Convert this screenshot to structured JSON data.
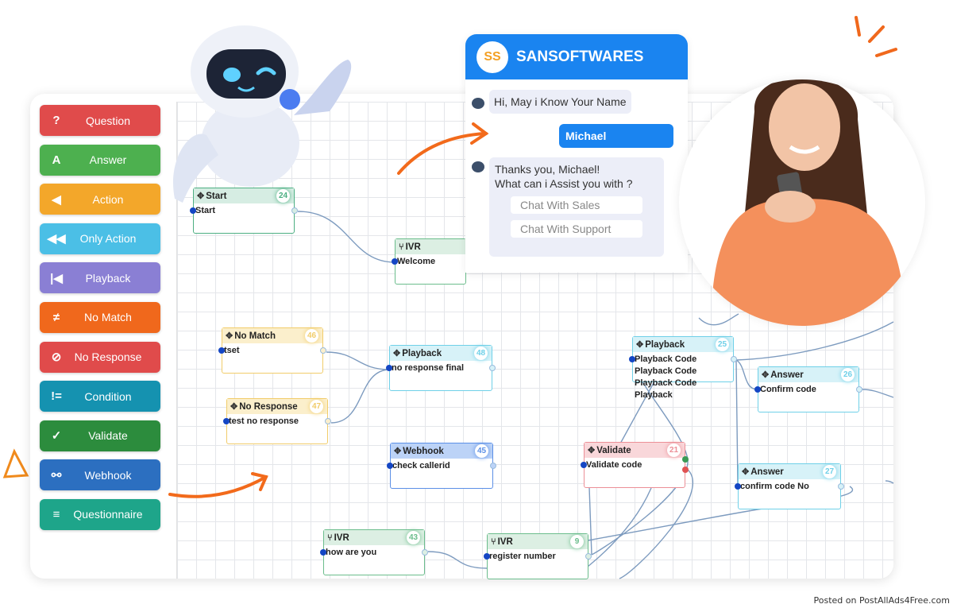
{
  "sidebar": {
    "items": [
      {
        "label": "Question",
        "icon": "question-icon",
        "glyph": "?",
        "color": "#e04b4b"
      },
      {
        "label": "Answer",
        "icon": "answer-icon",
        "glyph": "A",
        "color": "#4db04f"
      },
      {
        "label": "Action",
        "icon": "action-icon",
        "glyph": "◀",
        "color": "#f3a72a"
      },
      {
        "label": "Only Action",
        "icon": "only-action-icon",
        "glyph": "◀◀",
        "color": "#4bbfe6"
      },
      {
        "label": "Playback",
        "icon": "playback-icon",
        "glyph": "|◀",
        "color": "#8a7fd4"
      },
      {
        "label": "No Match",
        "icon": "not-equal-icon",
        "glyph": "≠",
        "color": "#f0681c"
      },
      {
        "label": "No Response",
        "icon": "no-response-icon",
        "glyph": "⊘",
        "color": "#e04b4b"
      },
      {
        "label": "Condition",
        "icon": "condition-icon",
        "glyph": "!=",
        "color": "#1592b0"
      },
      {
        "label": "Validate",
        "icon": "validate-icon",
        "glyph": "✓",
        "color": "#2c8c3d"
      },
      {
        "label": "Webhook",
        "icon": "webhook-icon",
        "glyph": "⚯",
        "color": "#2c6fc0"
      },
      {
        "label": "Questionnaire",
        "icon": "list-icon",
        "glyph": "≡",
        "color": "#1ea58a"
      }
    ]
  },
  "nodes": [
    {
      "title": "Start",
      "num": "24",
      "body": "Start",
      "color": "#4caf82",
      "bg": "#d6ede3"
    },
    {
      "title": "IVR",
      "num": "",
      "body": "Welcome",
      "color": "#6bbd8c",
      "bg": "#dcefe3"
    },
    {
      "title": "No Match",
      "num": "46",
      "body": "tset",
      "color": "#f1cc6a",
      "bg": "#fbefcc"
    },
    {
      "title": "No Response",
      "num": "47",
      "body": "test no response",
      "color": "#f1cc6a",
      "bg": "#fbefcc"
    },
    {
      "title": "Playback",
      "num": "48",
      "body": "no response final",
      "color": "#6fd0e8",
      "bg": "#d7f2f8"
    },
    {
      "title": "Webhook",
      "num": "45",
      "body": "check callerid",
      "color": "#5b8fe6",
      "bg": "#bcd3f7"
    },
    {
      "title": "Playback",
      "num": "25",
      "body": "Playback Code\nPlayback Code\nPlayback Code\nPlayback",
      "color": "#6fd0e8",
      "bg": "#d7f2f8"
    },
    {
      "title": "Answer",
      "num": "26",
      "body": "Confirm code",
      "color": "#6fd0e8",
      "bg": "#d7f2f8"
    },
    {
      "title": "Validate",
      "num": "21",
      "body": "Validate code",
      "color": "#ec8f97",
      "bg": "#f9d7da"
    },
    {
      "title": "Answer",
      "num": "27",
      "body": "confirm code No",
      "color": "#6fd0e8",
      "bg": "#d7f2f8"
    },
    {
      "title": "IVR",
      "num": "43",
      "body": "how are you",
      "color": "#6bbd8c",
      "bg": "#dcefe3"
    },
    {
      "title": "IVR",
      "num": "9",
      "body": "register number",
      "color": "#6bbd8c",
      "bg": "#dcefe3"
    }
  ],
  "chat": {
    "brand": "SANSOFTWARES",
    "logo": "SS",
    "bot_msg_1": "Hi, May i Know Your Name",
    "user_msg": "Michael",
    "bot_msg_2_line1": "Thanks you, Michael!",
    "bot_msg_2_line2": "What can i Assist you with ?",
    "options": [
      "Chat With Sales",
      "Chat With Support"
    ],
    "accent": "#1a84f0"
  },
  "watermark": "Posted on PostAllAds4Free.com"
}
